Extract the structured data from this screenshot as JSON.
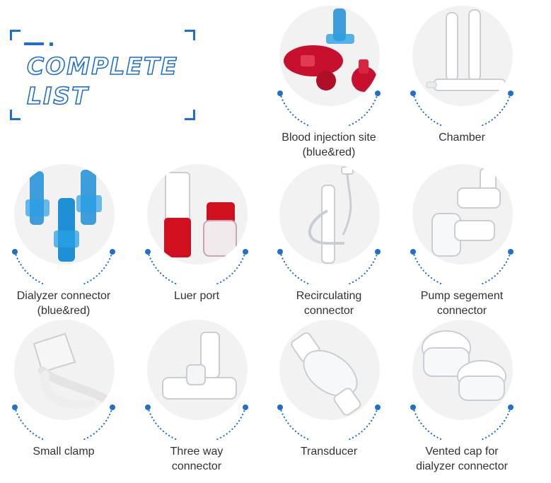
{
  "title": {
    "line1": "COMPLETE",
    "line2": "LIST"
  },
  "products": [
    {
      "id": "blood-injection-site",
      "line1": "Blood injection site",
      "line2": "(blue&red)"
    },
    {
      "id": "chamber",
      "line1": "Chamber",
      "line2": ""
    },
    {
      "id": "dialyzer-connector",
      "line1": "Dialyzer connector",
      "line2": "(blue&red)"
    },
    {
      "id": "luer-port",
      "line1": "Luer port",
      "line2": ""
    },
    {
      "id": "recirculating-connector",
      "line1": "Recirculating",
      "line2": "connector"
    },
    {
      "id": "pump-segement-connector",
      "line1": "Pump segement",
      "line2": "connector"
    },
    {
      "id": "small-clamp",
      "line1": "Small clamp",
      "line2": ""
    },
    {
      "id": "three-way-connector",
      "line1": "Three way",
      "line2": "connector"
    },
    {
      "id": "transducer",
      "line1": "Transducer",
      "line2": ""
    },
    {
      "id": "vented-cap-for-dialyzer-connector",
      "line1": "Vented cap for",
      "line2": "dialyzer connector"
    }
  ],
  "colors": {
    "accent": "#1f6fd0",
    "red": "#c8102e",
    "blue": "#1f8fd6",
    "circle": "#f2f2f3",
    "text": "#333333"
  }
}
